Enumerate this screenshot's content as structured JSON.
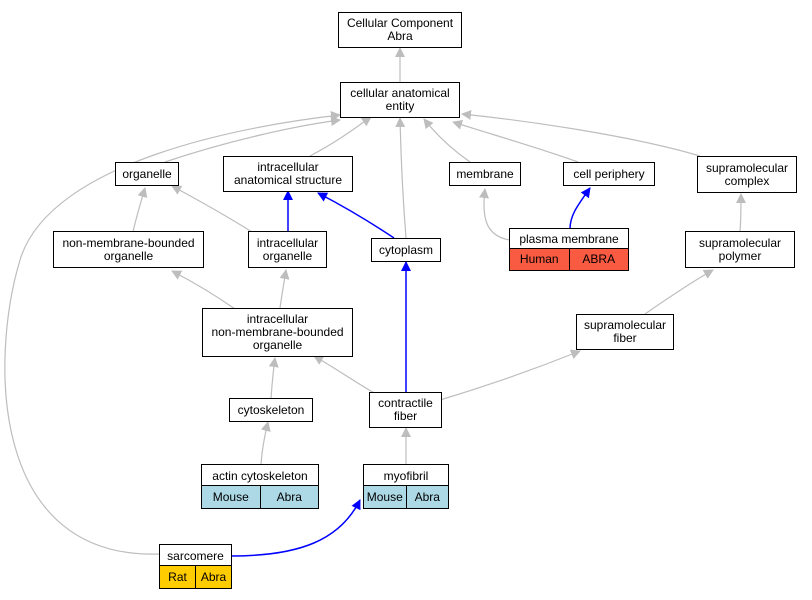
{
  "colors": {
    "edge_default": "#bdbdbd",
    "edge_highlight": "#0000ff",
    "human": "#f95a42",
    "mouse": "#add8e6",
    "rat": "#ffcc00"
  },
  "nodes": {
    "cellular_component": "Cellular Component\nAbra",
    "cellular_anatomical_entity": "cellular anatomical\nentity",
    "organelle": "organelle",
    "intracellular_anatomical_structure": "intracellular\nanatomical structure",
    "membrane": "membrane",
    "cell_periphery": "cell periphery",
    "supramolecular_complex": "supramolecular\ncomplex",
    "non_membrane_bounded_organelle": "non-membrane-bounded\norganelle",
    "intracellular_organelle": "intracellular\norganelle",
    "cytoplasm": "cytoplasm",
    "supramolecular_polymer": "supramolecular\npolymer",
    "intracellular_nmb_organelle": "intracellular\nnon-membrane-bounded\norganelle",
    "supramolecular_fiber": "supramolecular\nfiber",
    "cytoskeleton": "cytoskeleton",
    "contractile_fiber": "contractile\nfiber"
  },
  "annotated": {
    "plasma_membrane": {
      "label": "plasma membrane",
      "cells": [
        "Human",
        "ABRA"
      ],
      "color_key": "human"
    },
    "actin_cytoskeleton": {
      "label": "actin cytoskeleton",
      "cells": [
        "Mouse",
        "Abra"
      ],
      "color_key": "mouse"
    },
    "myofibril": {
      "label": "myofibril",
      "cells": [
        "Mouse",
        "Abra"
      ],
      "color_key": "mouse"
    },
    "sarcomere": {
      "label": "sarcomere",
      "cells": [
        "Rat",
        "Abra"
      ],
      "color_key": "rat"
    }
  }
}
